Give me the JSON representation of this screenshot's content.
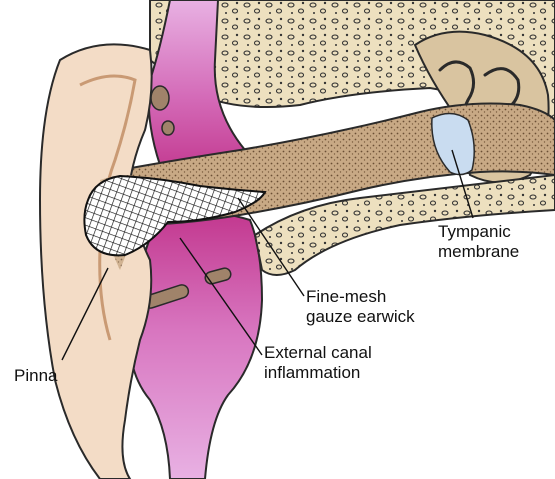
{
  "labels": {
    "tympanic_line1": "Tympanic",
    "tympanic_line2": "membrane",
    "gauze_line1": "Fine-mesh",
    "gauze_line2": "gauze earwick",
    "canal_line1": "External canal",
    "canal_line2": "inflammation",
    "pinna": "Pinna"
  },
  "colors": {
    "skin": "#f3dcc6",
    "skin_shadow": "#e2b793",
    "bone": "#ede0bf",
    "cartilage_pink": "#e8b1e3",
    "inflamed_magenta": "#c2378e",
    "canal_tissue": "#b99a76",
    "tympanic_blue": "#c9dcf0",
    "outline": "#2a2a2a"
  }
}
